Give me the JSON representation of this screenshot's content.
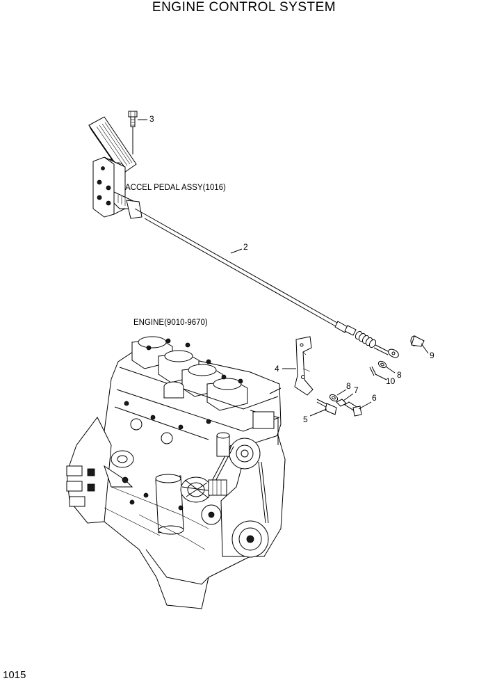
{
  "title": "ENGINE CONTROL SYSTEM",
  "page_number": "1015",
  "labels": {
    "accel_pedal": "ACCEL PEDAL ASSY(1016)",
    "engine": "ENGINE(9010-9670)"
  },
  "callouts": {
    "c2": "2",
    "c3": "3",
    "c4": "4",
    "c5": "5",
    "c6": "6",
    "c7": "7",
    "c8a": "8",
    "c8b": "8",
    "c9": "9",
    "c10": "10"
  }
}
